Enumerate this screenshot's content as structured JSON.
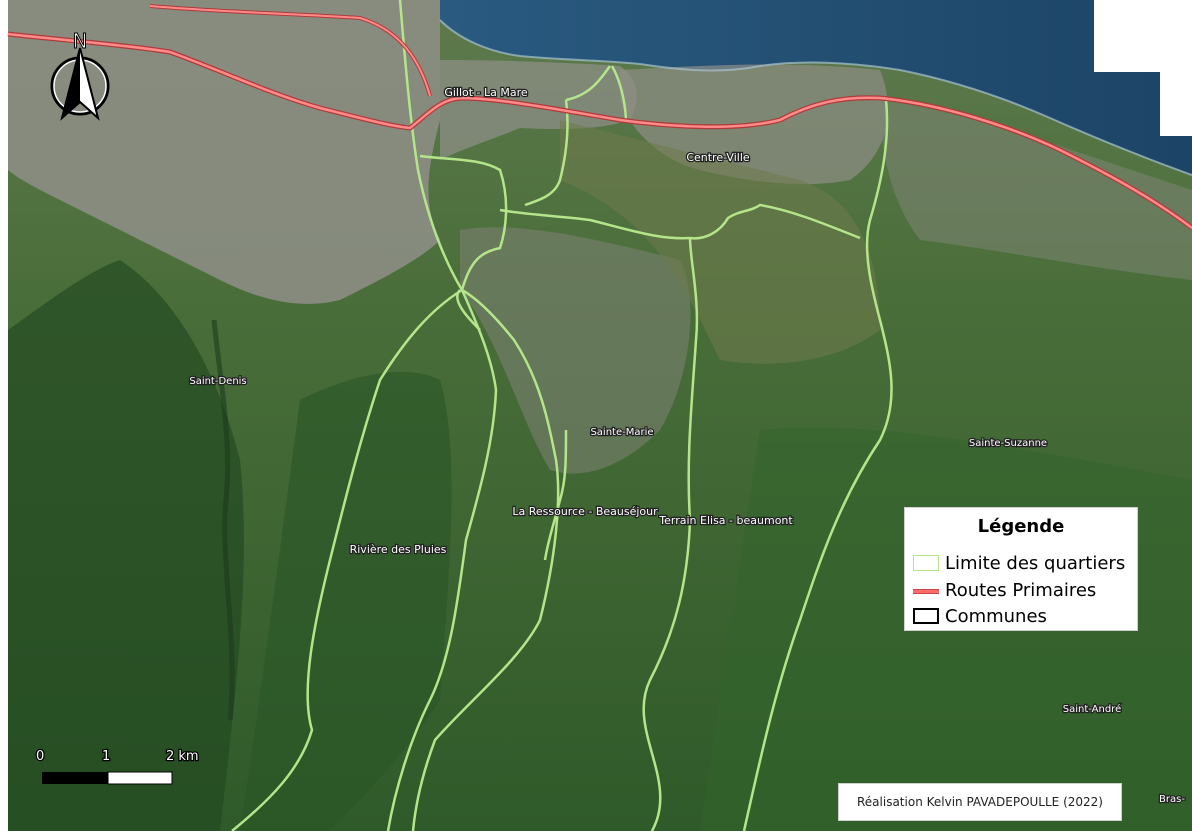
{
  "legend": {
    "title": "Légende",
    "items": [
      {
        "label": "Limite des quartiers",
        "symbol": "outline",
        "color": "#b5e58a"
      },
      {
        "label": "Routes Primaires",
        "symbol": "line",
        "color": "#ff6b6b"
      },
      {
        "label": "Communes",
        "symbol": "outline",
        "color": "#000000"
      }
    ]
  },
  "north_arrow": {
    "label": "N"
  },
  "scale": {
    "labels": [
      "0",
      "1",
      "2 km"
    ]
  },
  "credit": "Réalisation Kelvin PAVADEPOULLE (2022)",
  "places": {
    "gillot": "Gillot - La Mare",
    "centre_ville": "Centre-Ville",
    "saint_denis": "Saint-Denis",
    "sainte_marie": "Sainte-Marie",
    "sainte_suzanne": "Sainte-Suzanne",
    "la_ressource": "La Ressource - Beauséjour",
    "terrain_elisa": "Terrain Elisa - beaumont",
    "riviere": "Rivière des Pluies",
    "saint_andre": "Saint-André",
    "bras": "Bras-"
  },
  "colors": {
    "sea": "#1f4f77",
    "vegetation": "#3d6a33",
    "urban": "#8f8f88",
    "district_boundary": "#b5e58a",
    "primary_road": "#ff6b6b"
  }
}
